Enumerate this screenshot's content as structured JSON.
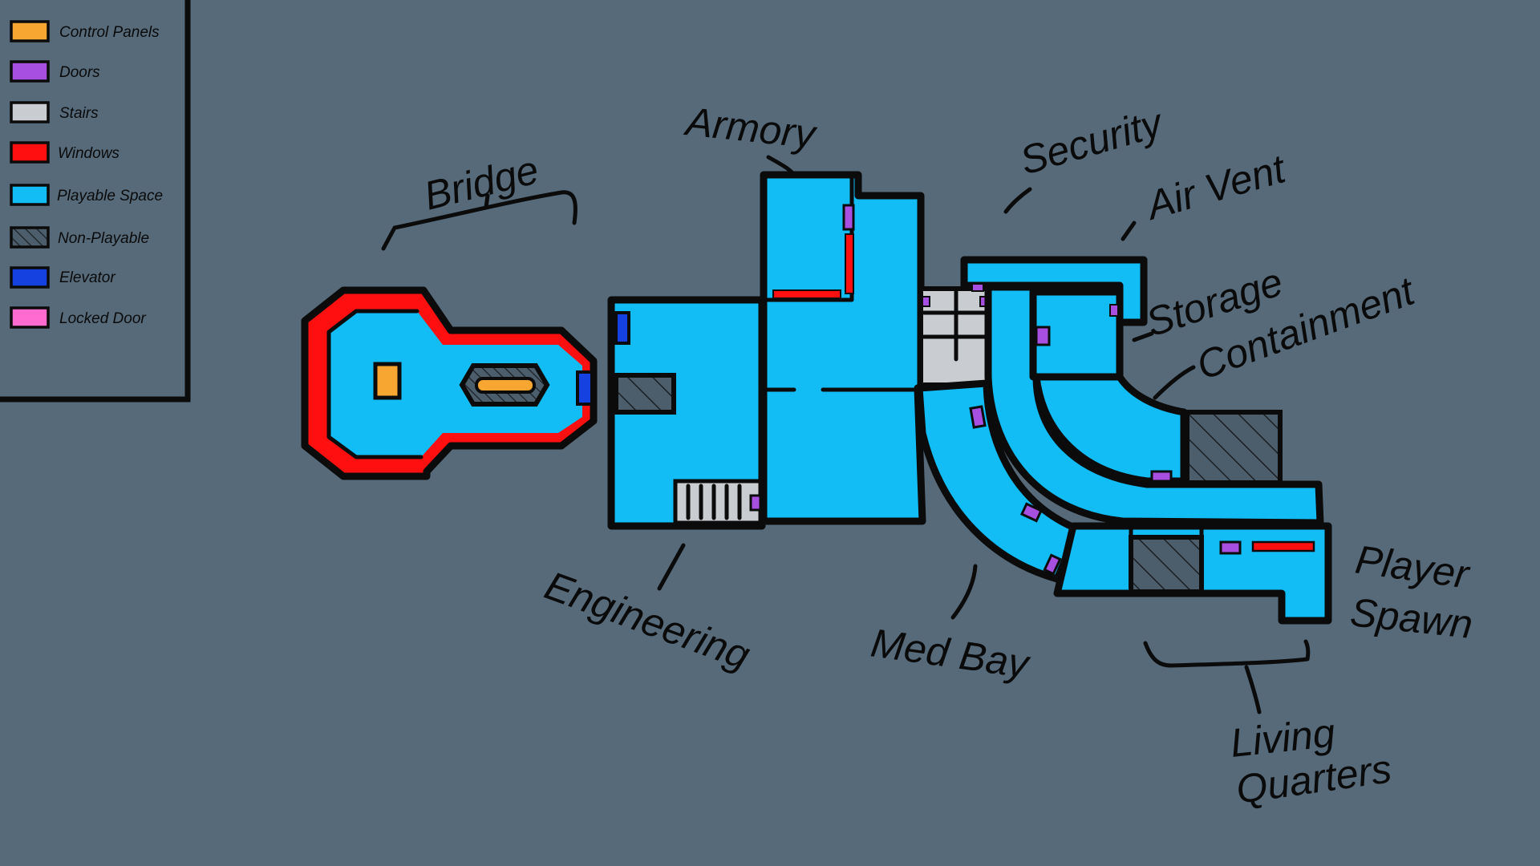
{
  "legend": {
    "items": [
      {
        "label": "Control Panels",
        "color": "#f7a632"
      },
      {
        "label": "Doors",
        "color": "#a64fe0"
      },
      {
        "label": "Stairs",
        "color": "#c9ccd0"
      },
      {
        "label": "Windows",
        "color": "#ff0f0f"
      },
      {
        "label": "Playable Space",
        "color": "#12bcf5"
      },
      {
        "label": "Non-Playable",
        "color": "#3a4a55"
      },
      {
        "label": "Elevator",
        "color": "#1541e0"
      },
      {
        "label": "Locked Door",
        "color": "#ff6bd0"
      }
    ]
  },
  "rooms": {
    "bridge": "Bridge",
    "armory": "Armory",
    "security": "Security",
    "air_vent": "Air Vent",
    "storage": "Storage",
    "containment": "Containment",
    "engineering": "Engineering",
    "med_bay": "Med Bay",
    "player_spawn_line1": "Player",
    "player_spawn_line2": "Spawn",
    "living_quarters_line1": "Living",
    "living_quarters_line2": "Quarters"
  },
  "colors": {
    "background": "#566a7a",
    "playable": "#12bcf5",
    "window": "#ff0f0f",
    "door": "#a64fe0",
    "stairs": "#c9ccd0",
    "control_panel": "#f7a632",
    "elevator": "#1541e0",
    "non_playable": "#4c5e6b",
    "outline": "#0b0b0b"
  }
}
